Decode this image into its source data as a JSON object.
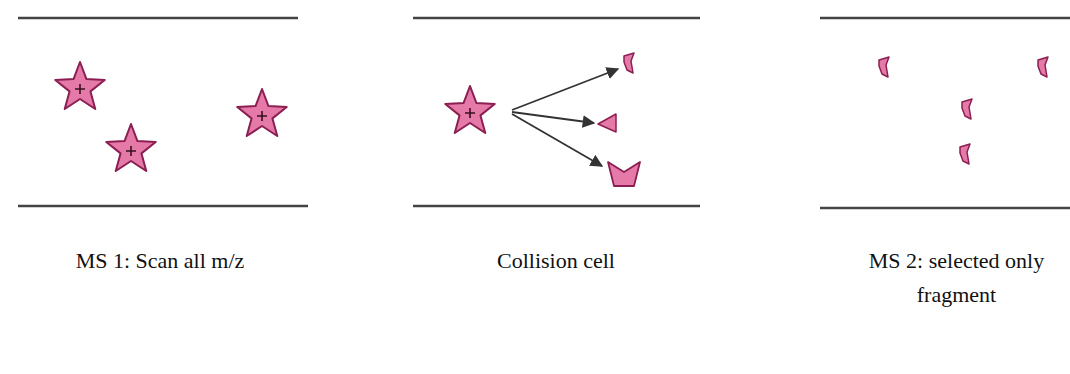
{
  "diagram": {
    "labels": [
      "MS 1: Scan all m/z",
      "Collision cell",
      "MS 2: selected only fragment"
    ]
  }
}
